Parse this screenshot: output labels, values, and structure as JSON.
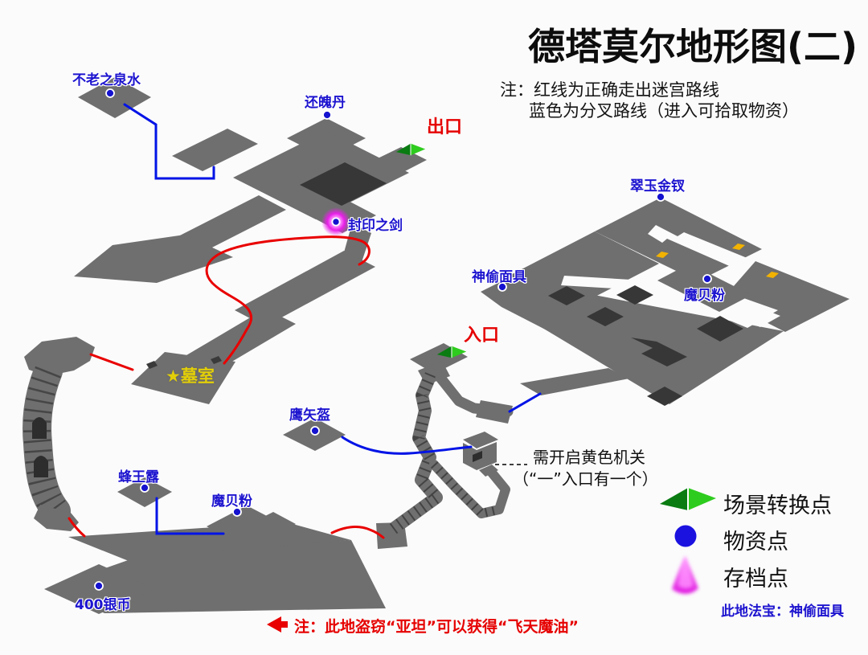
{
  "title": "德塔莫尔地形图(二)",
  "map_note": {
    "line1": "注：红线为正确走出迷宫路线",
    "line2": "蓝色为分叉路线（进入可拾取物资）"
  },
  "pois": [
    {
      "label": "不老之泉水",
      "type": "supply"
    },
    {
      "label": "还魄丹",
      "type": "supply"
    },
    {
      "label": "封印之剑",
      "type": "supply-save"
    },
    {
      "label": "翠玉金钗",
      "type": "supply"
    },
    {
      "label": "神偷面具",
      "type": "supply"
    },
    {
      "label": "魔贝粉",
      "type": "supply"
    },
    {
      "label": "鹰矢盔",
      "type": "supply"
    },
    {
      "label": "蜂王露",
      "type": "supply"
    },
    {
      "label": "魔贝粉",
      "type": "supply"
    },
    {
      "label": "400银币",
      "type": "supply"
    },
    {
      "star": "★",
      "label": "墓室",
      "type": "landmark"
    }
  ],
  "portals": {
    "exit": "出口",
    "entrance": "入口"
  },
  "mechanism_note": {
    "line1": "需开启黄色机关",
    "line2": "（“一”入口有一个）"
  },
  "legend": {
    "items": [
      {
        "icon": "scene-transition",
        "label": "场景转换点"
      },
      {
        "icon": "supply-point",
        "label": "物资点"
      },
      {
        "icon": "save-point",
        "label": "存档点"
      }
    ],
    "treasure_note": "此地法宝：神偷面具"
  },
  "footer_note": "注：此地盗窃“亚坦”可以获得“飞天魔油”",
  "colors": {
    "route_correct": "#e90000",
    "route_branch": "#0013e6",
    "platform": "#6f6f6f",
    "pit": "#373737",
    "switch": "#f2b200",
    "transition_green": "#2ecc1e",
    "supply_blue": "#1512cf",
    "save_magenta": "#e81fe8"
  }
}
